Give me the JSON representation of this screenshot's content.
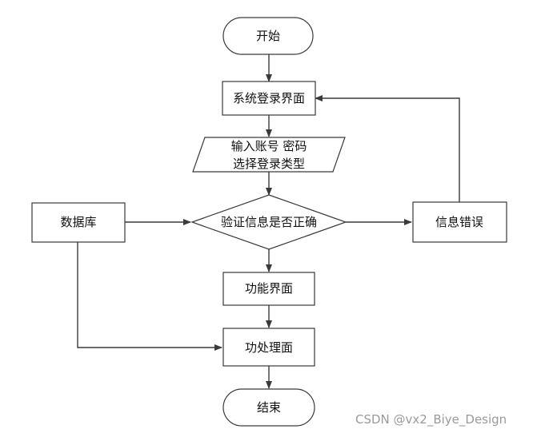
{
  "diagram": {
    "nodes": {
      "start": "开始",
      "login_screen": "系统登录界面",
      "input_line1": "输入账号 密码",
      "input_line2": "选择登录类型",
      "verify": "验证信息是否正确",
      "database": "数据库",
      "info_error": "信息错误",
      "function_screen": "功能界面",
      "processing_screen": "功处理面",
      "end": "结束"
    }
  },
  "watermark": "CSDN @vx2_Biye_Design"
}
